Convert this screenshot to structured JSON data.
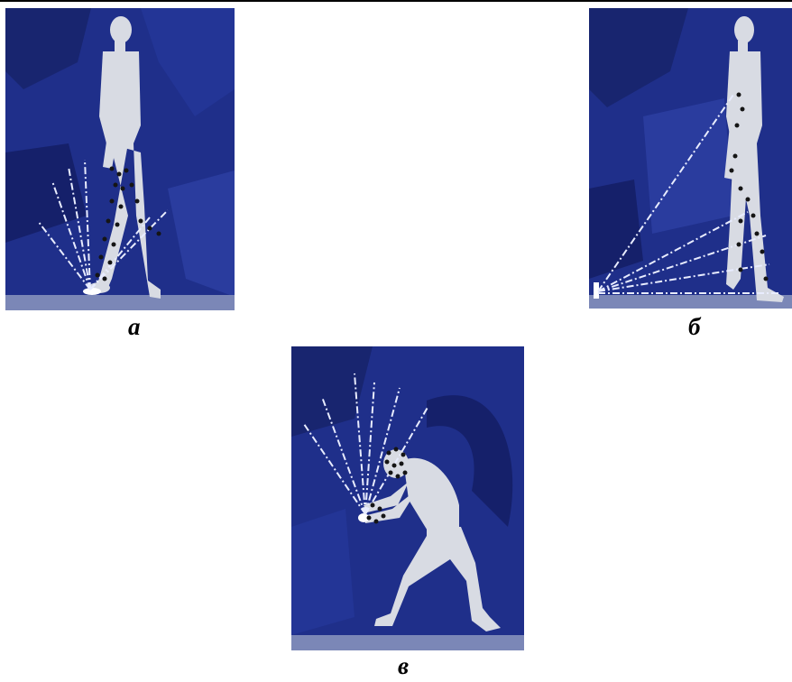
{
  "figures": [
    {
      "id": "a",
      "caption": "a"
    },
    {
      "id": "b",
      "caption": "б"
    },
    {
      "id": "c",
      "caption": "в"
    }
  ],
  "colors": {
    "background_blue": "#1f2f8a",
    "dark_blue": "#15206a",
    "floor": "#7b87b7",
    "figure": "#d8dbe3",
    "dots": "#151515",
    "scan_lines": "#e8ecff"
  }
}
